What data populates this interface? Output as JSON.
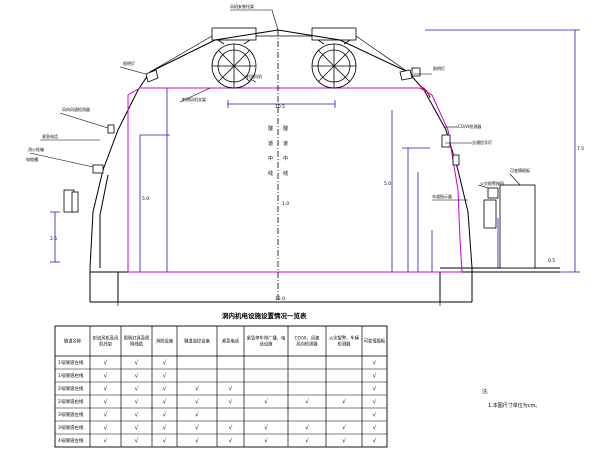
{
  "diagram": {
    "labels": {
      "top_center": "风机安装托架",
      "jet_fan": "射流风机",
      "left_lamp": "照明灯",
      "right_lamp": "照明灯",
      "fan_bracket": "射流风机支架",
      "wind_sensor": "风向风速检测器",
      "emergency_phone": "紧急电话",
      "fire_hydrant": "消火栓箱",
      "cable_trough": "电缆槽",
      "co_detector": "CO/VI检测器",
      "traffic_light": "交通信号灯",
      "fire_alarm": "火灾报警按钮",
      "lane_indicator": "车道指示器",
      "vms": "可变情报板",
      "centerline": "隧道中线",
      "dim_height": "7.5",
      "dim_left": "5.0",
      "dim_right": "5.0",
      "dim_total": "10.5",
      "dim_side": "2.5",
      "dim_mid": "1.0",
      "dim_small": "0.5",
      "dim_width": "12.0"
    }
  },
  "table": {
    "title": "洞内机电设施设置情况一览表",
    "headers": [
      "隧道名称",
      "射流风机及风机托架",
      "照明灯具及照明线缆",
      "消防设施",
      "隧道监控设备",
      "紧急电话",
      "紧急停车带广播、电话设施",
      "CO/VI、风速风向检测器",
      "火灾报警、车辆检测器",
      "可变情报板"
    ],
    "rows": [
      {
        "name": "1号隧道左线",
        "red": false,
        "checks": [
          true,
          true,
          true,
          false,
          false,
          false,
          false,
          false,
          true
        ]
      },
      {
        "name": "1号隧道右线",
        "red": false,
        "checks": [
          true,
          true,
          true,
          false,
          false,
          false,
          false,
          false,
          true
        ]
      },
      {
        "name": "2号隧道左线",
        "red": false,
        "checks": [
          true,
          true,
          true,
          true,
          true,
          false,
          false,
          false,
          true
        ]
      },
      {
        "name": "2号隧道右线",
        "red": false,
        "checks": [
          true,
          true,
          true,
          true,
          true,
          true,
          true,
          true,
          true
        ]
      },
      {
        "name": "3号隧道左线",
        "red": false,
        "checks": [
          true,
          true,
          true,
          true,
          false,
          false,
          false,
          false,
          true
        ]
      },
      {
        "name": "3号隧道右线",
        "red": false,
        "checks": [
          true,
          true,
          true,
          true,
          true,
          true,
          true,
          true,
          true
        ]
      },
      {
        "name": "4号隧道左线",
        "red": true,
        "checks": [
          true,
          true,
          true,
          true,
          true,
          true,
          true,
          true,
          true
        ]
      }
    ],
    "check_mark": "√"
  },
  "notes": {
    "heading": "注:",
    "item1": "1.本图尺寸单位为cm。"
  },
  "colors": {
    "blue": "#1d1dc8",
    "magenta": "#d200d2",
    "red": "#e00000",
    "black": "#000000"
  }
}
